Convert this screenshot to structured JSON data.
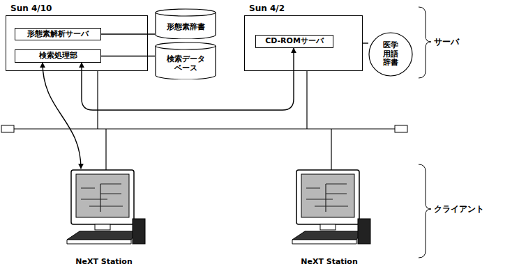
{
  "diagram": {
    "nodes": [
      {
        "text": [
          "Sun 4/10"
        ]
      },
      {
        "text": [
          "形態素解析サーバ"
        ],
        "in": 0
      },
      {
        "text": [
          "検索処理部"
        ],
        "in": 0
      },
      {
        "text": [
          "形態素辞書"
        ]
      },
      {
        "text": [
          "検索データ ベース"
        ]
      },
      {
        "text": [
          "Sun 4/2"
        ]
      },
      {
        "text": [
          "CD-ROMサーバ"
        ],
        "in": 5
      },
      {
        "text": [
          "医学 用語 辞書"
        ]
      },
      {
        "text": [
          "NeXT Station"
        ]
      },
      {
        "text": [
          "NeXT Station"
        ]
      }
    ],
    "edges": [
      {
        "from": 1,
        "to": 3,
        "arrow": "none"
      },
      {
        "from": 2,
        "to": 4,
        "arrow": "none"
      },
      {
        "from": 5,
        "to": 7,
        "arrow": "none"
      },
      {
        "from": 8,
        "to": 2,
        "arrow": "both"
      },
      {
        "from": 2,
        "to": 6,
        "arrow": "both"
      }
    ],
    "labels": [
      "サーバ",
      "クライアント"
    ]
  }
}
